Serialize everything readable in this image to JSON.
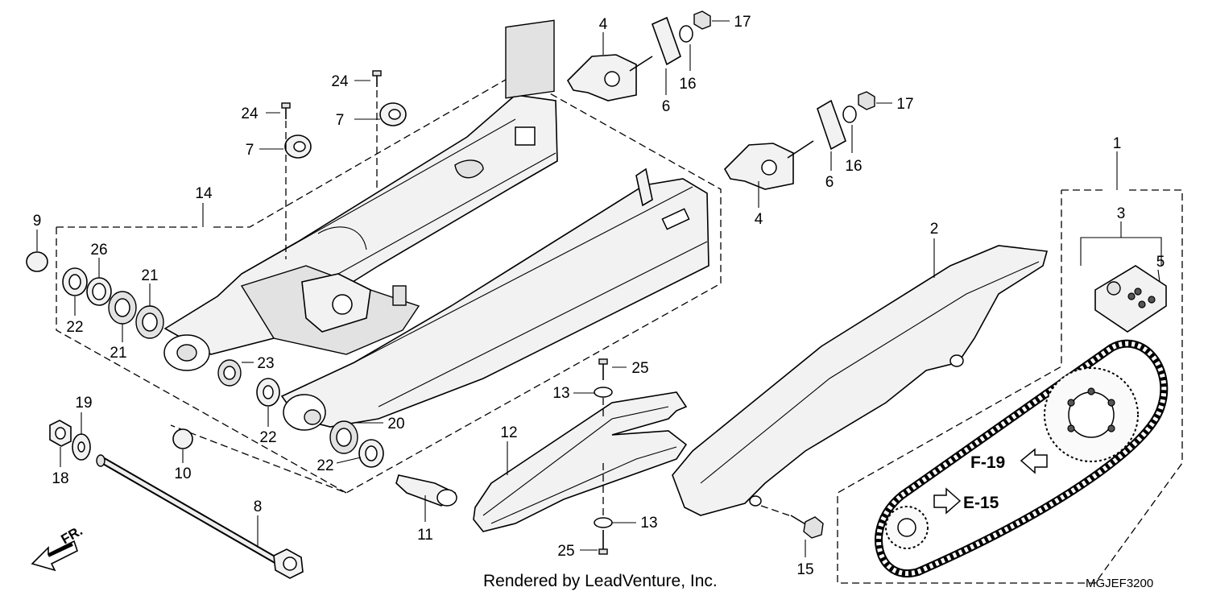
{
  "callouts": [
    {
      "id": "c1",
      "label": "1"
    },
    {
      "id": "c2",
      "label": "2"
    },
    {
      "id": "c3",
      "label": "3"
    },
    {
      "id": "c4a",
      "label": "4"
    },
    {
      "id": "c4b",
      "label": "4"
    },
    {
      "id": "c5",
      "label": "5"
    },
    {
      "id": "c6a",
      "label": "6"
    },
    {
      "id": "c6b",
      "label": "6"
    },
    {
      "id": "c7a",
      "label": "7"
    },
    {
      "id": "c7b",
      "label": "7"
    },
    {
      "id": "c8",
      "label": "8"
    },
    {
      "id": "c9",
      "label": "9"
    },
    {
      "id": "c10",
      "label": "10"
    },
    {
      "id": "c11",
      "label": "11"
    },
    {
      "id": "c12",
      "label": "12"
    },
    {
      "id": "c13a",
      "label": "13"
    },
    {
      "id": "c13b",
      "label": "13"
    },
    {
      "id": "c14",
      "label": "14"
    },
    {
      "id": "c15",
      "label": "15"
    },
    {
      "id": "c16a",
      "label": "16"
    },
    {
      "id": "c16b",
      "label": "16"
    },
    {
      "id": "c17a",
      "label": "17"
    },
    {
      "id": "c17b",
      "label": "17"
    },
    {
      "id": "c18",
      "label": "18"
    },
    {
      "id": "c19",
      "label": "19"
    },
    {
      "id": "c20",
      "label": "20"
    },
    {
      "id": "c21a",
      "label": "21"
    },
    {
      "id": "c21b",
      "label": "21"
    },
    {
      "id": "c22a",
      "label": "22"
    },
    {
      "id": "c22b",
      "label": "22"
    },
    {
      "id": "c22c",
      "label": "22"
    },
    {
      "id": "c23",
      "label": "23"
    },
    {
      "id": "c24a",
      "label": "24"
    },
    {
      "id": "c24b",
      "label": "24"
    },
    {
      "id": "c25a",
      "label": "25"
    },
    {
      "id": "c25b",
      "label": "25"
    },
    {
      "id": "c26",
      "label": "26"
    }
  ],
  "refs": {
    "f19": "F-19",
    "e15": "E-15"
  },
  "front_arrow": "FR.",
  "credit": "Rendered by LeadVenture, Inc.",
  "code": "MGJEF3200"
}
